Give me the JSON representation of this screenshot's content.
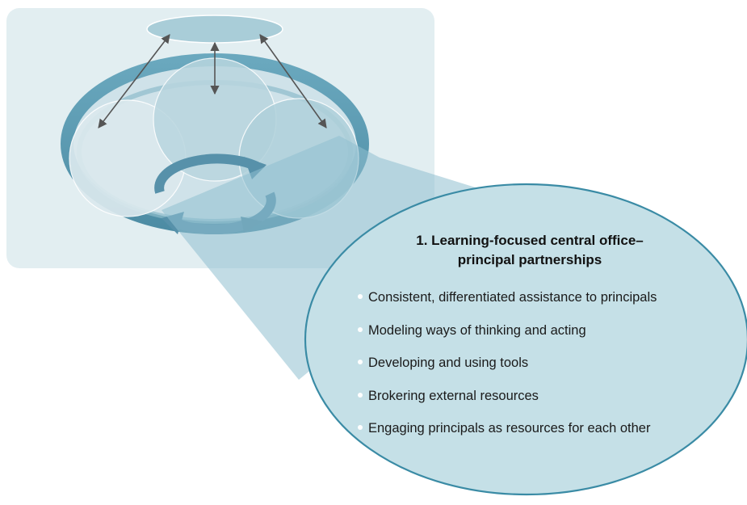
{
  "diagram": {
    "title_line1": "1. Learning-focused central office–",
    "title_line2": "principal partnerships",
    "items": [
      "Consistent, differentiated assistance to principals",
      "Modeling ways of thinking and acting",
      "Developing and using tools",
      "Brokering external resources",
      "Engaging principals as resources for each other"
    ]
  },
  "colors": {
    "panel": "#e2eef1",
    "ring": "#5f9db4",
    "ring_dark": "#3f7d96",
    "bubble_fill": "#c5e0e7",
    "bubble_stroke": "#3a8ba5",
    "beam": "#a8cdd8",
    "arrow": "#555555",
    "cycle_arrow": "#5791aa"
  }
}
